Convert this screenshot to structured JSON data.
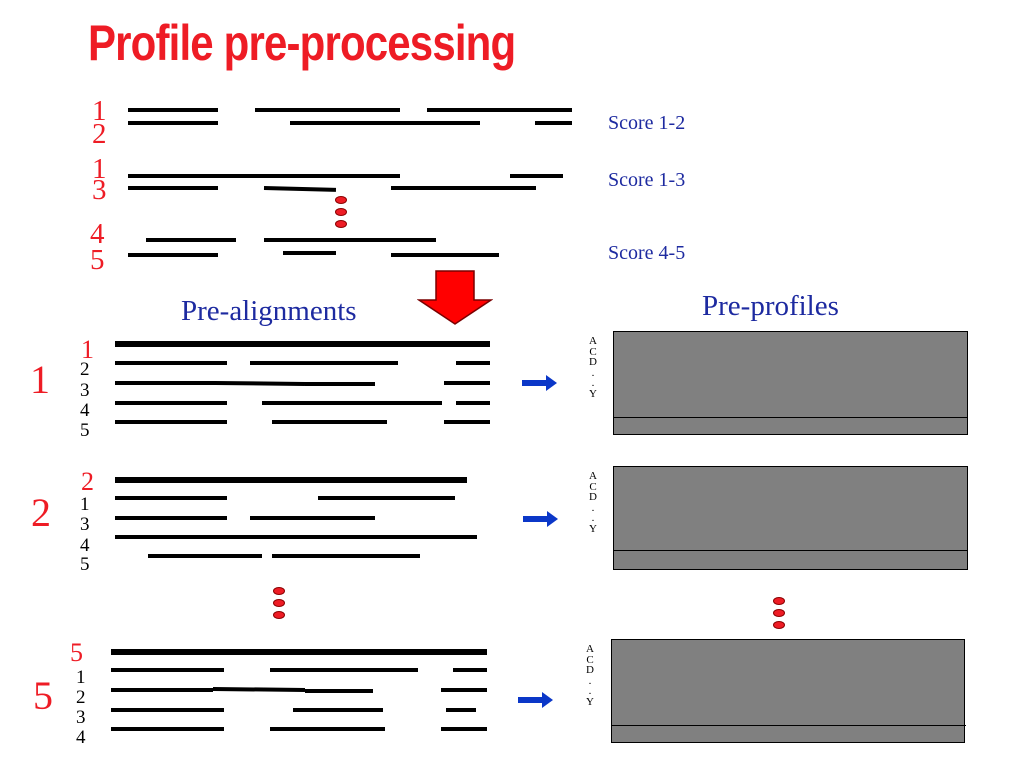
{
  "title": "Profile pre-processing",
  "colors": {
    "title": "#ee1c25",
    "red_number": "#ee1c25",
    "blue_text": "#1d2aa0",
    "arrow_blue": "#0b37c8",
    "down_arrow": "#ff0000",
    "dot": "#ee1c25",
    "profile_fill": "#808080"
  },
  "pairwise": [
    {
      "top": "1",
      "bottom": "2",
      "score": "Score 1-2"
    },
    {
      "top": "1",
      "bottom": "3",
      "score": "Score 1-3"
    },
    {
      "top": "4",
      "bottom": "5",
      "score": "Score 4-5"
    }
  ],
  "pre_alignments_label": "Pre-alignments",
  "pre_profiles_label": "Pre-profiles",
  "groups": [
    {
      "big": "1",
      "lead": "1",
      "rest": [
        "2",
        "3",
        "4",
        "5"
      ]
    },
    {
      "big": "2",
      "lead": "2",
      "rest": [
        "1",
        "3",
        "4",
        "5"
      ]
    },
    {
      "big": "5",
      "lead": "5",
      "rest": [
        "1",
        "2",
        "3",
        "4"
      ]
    }
  ],
  "profile_letters": "A\nC\nD\n.\n.\nY",
  "icons": {
    "vertical_dots": "vertical-ellipsis-icon",
    "down_arrow": "down-arrow-icon",
    "right_arrow": "right-arrow-icon"
  }
}
